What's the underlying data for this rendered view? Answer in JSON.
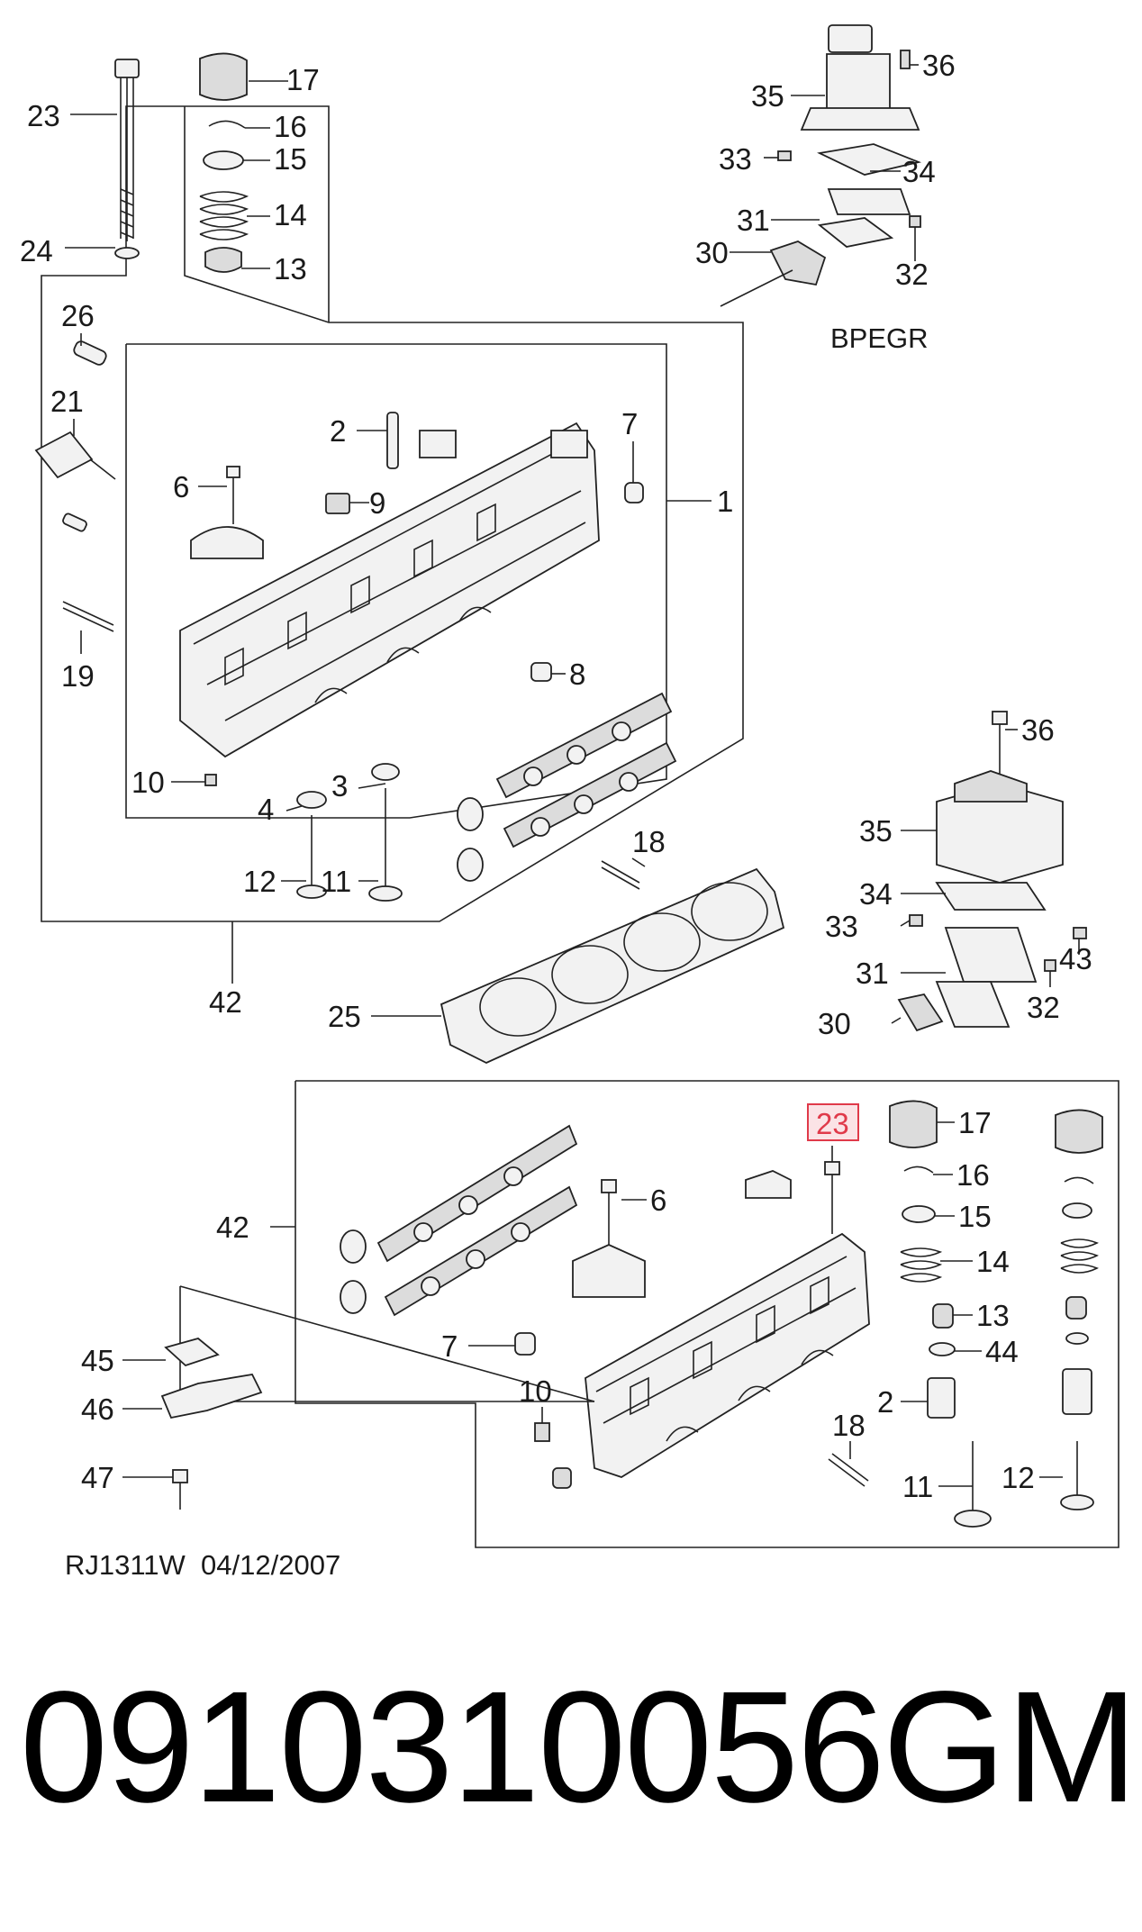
{
  "diagram": {
    "top_labels": [
      "23",
      "17",
      "16",
      "15",
      "14",
      "24",
      "13",
      "26",
      "21",
      "2",
      "7",
      "6",
      "9",
      "1",
      "19",
      "8",
      "10",
      "3",
      "4",
      "12",
      "11",
      "18",
      "42",
      "25"
    ],
    "egr_upper_labels": [
      "36",
      "35",
      "33",
      "34",
      "31",
      "30",
      "32"
    ],
    "egr_upper_caption": "BPEGR",
    "egr_lower_labels": [
      "36",
      "35",
      "34",
      "33",
      "43",
      "31",
      "32",
      "30"
    ],
    "bottom_labels": [
      "23",
      "17",
      "6",
      "16",
      "42",
      "15",
      "14",
      "13",
      "7",
      "44",
      "10",
      "2",
      "18",
      "12",
      "11",
      "45",
      "46",
      "47"
    ],
    "highlighted_label": "23",
    "highlight_color": "#e03a4a",
    "caption": "RJ1311W  04/12/2007"
  },
  "footer": {
    "part_number": "0910310056",
    "brand": "GM"
  }
}
